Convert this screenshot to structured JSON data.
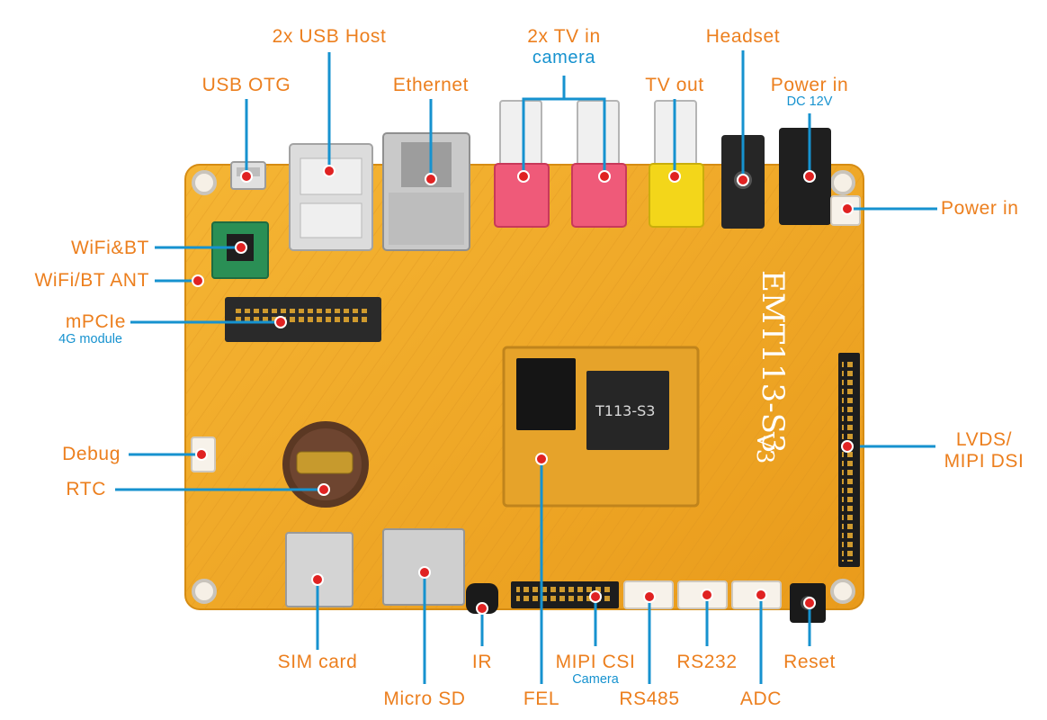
{
  "board": {
    "silkscreen_model": "EMT113-S3",
    "silkscreen_version": "V3",
    "soc_label": "T113-S3",
    "colors": {
      "pcb": "#f0a824",
      "label": "#ec7f1e",
      "sublabel": "#1692cf",
      "callout_line": "#1692cf",
      "callout_dot": "#e02222"
    }
  },
  "callouts": {
    "usb_host": "2x USB Host",
    "usb_otg": "USB OTG",
    "ethernet": "Ethernet",
    "tv_in": "2x TV in",
    "tv_in_sub": "camera",
    "tv_out": "TV out",
    "headset": "Headset",
    "power_in_top": "Power in",
    "power_in_top_sub": "DC 12V",
    "power_in_right": "Power in",
    "wifi_bt": "WiFi&BT",
    "wifi_bt_ant": "WiFi/BT ANT",
    "mpcie": "mPCIe",
    "mpcie_sub": "4G module",
    "debug": "Debug",
    "rtc": "RTC",
    "lvds_line1": "LVDS/",
    "lvds_line2": "MIPI DSI",
    "sim_card": "SIM card",
    "micro_sd": "Micro SD",
    "ir": "IR",
    "fel": "FEL",
    "mipi_csi": "MIPI CSI",
    "mipi_csi_sub": "Camera",
    "rs485": "RS485",
    "rs232": "RS232",
    "adc": "ADC",
    "reset": "Reset"
  }
}
